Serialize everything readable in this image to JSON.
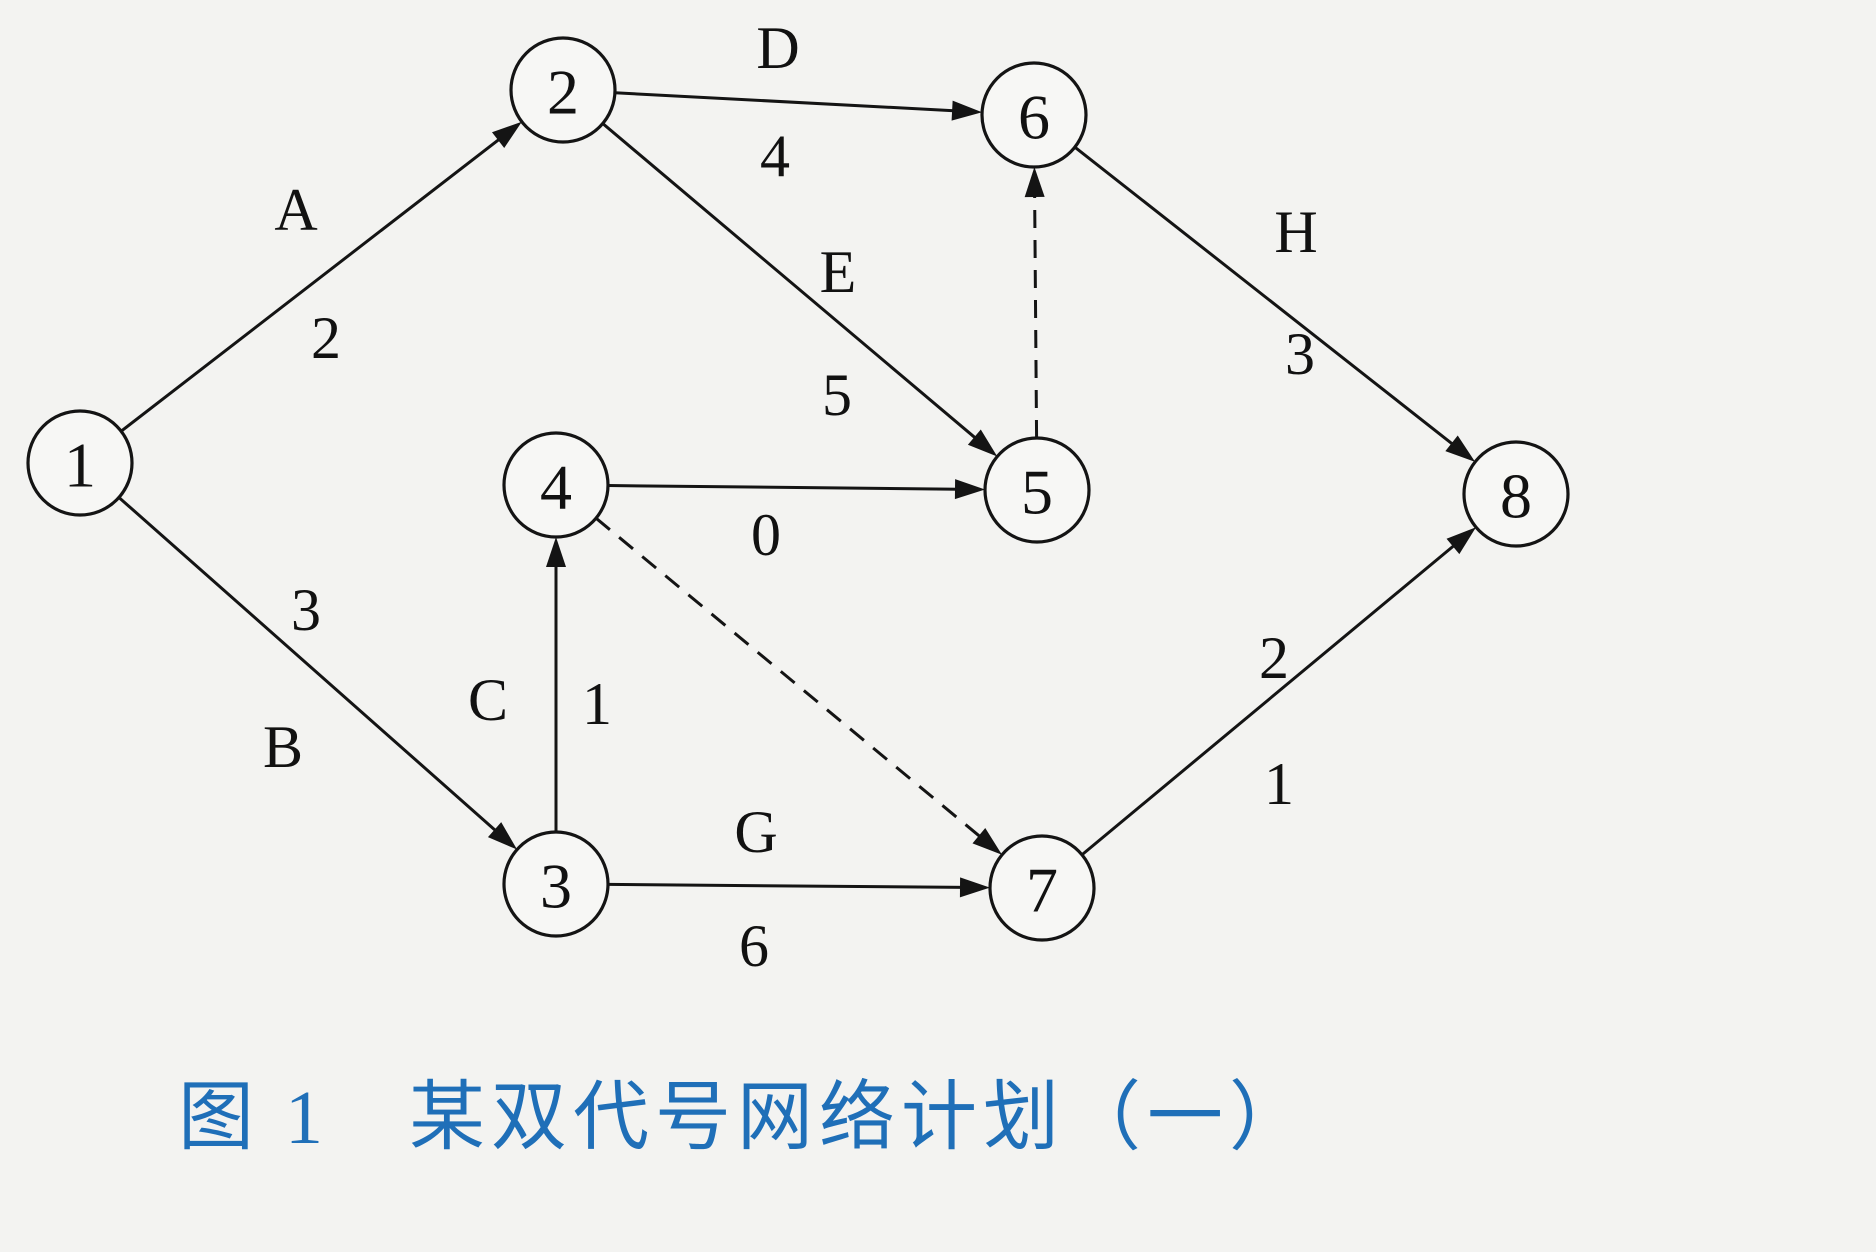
{
  "nodes": [
    {
      "id": "1",
      "label": "1"
    },
    {
      "id": "2",
      "label": "2"
    },
    {
      "id": "3",
      "label": "3"
    },
    {
      "id": "4",
      "label": "4"
    },
    {
      "id": "5",
      "label": "5"
    },
    {
      "id": "6",
      "label": "6"
    },
    {
      "id": "7",
      "label": "7"
    },
    {
      "id": "8",
      "label": "8"
    }
  ],
  "edges": [
    {
      "from": "1",
      "to": "2",
      "name": "A",
      "duration": "2",
      "style": "solid"
    },
    {
      "from": "1",
      "to": "3",
      "name": "B",
      "duration": "3",
      "style": "solid"
    },
    {
      "from": "3",
      "to": "4",
      "name": "C",
      "duration": "1",
      "style": "solid"
    },
    {
      "from": "2",
      "to": "6",
      "name": "D",
      "duration": "4",
      "style": "solid"
    },
    {
      "from": "2",
      "to": "5",
      "name": "E",
      "duration": "5",
      "style": "solid"
    },
    {
      "from": "4",
      "to": "5",
      "name": "",
      "duration": "0",
      "style": "solid"
    },
    {
      "from": "5",
      "to": "6",
      "name": "",
      "duration": "",
      "style": "dashed"
    },
    {
      "from": "4",
      "to": "7",
      "name": "",
      "duration": "",
      "style": "dashed"
    },
    {
      "from": "3",
      "to": "7",
      "name": "G",
      "duration": "6",
      "style": "solid"
    },
    {
      "from": "6",
      "to": "8",
      "name": "H",
      "duration": "3",
      "style": "solid"
    },
    {
      "from": "7",
      "to": "8",
      "name": "2",
      "duration": "1",
      "style": "solid"
    }
  ],
  "caption": {
    "figure_number": "图 1",
    "title": "某双代号网络计划（一）"
  },
  "colors": {
    "caption": "#1f6fb8",
    "lines": "#141414"
  }
}
